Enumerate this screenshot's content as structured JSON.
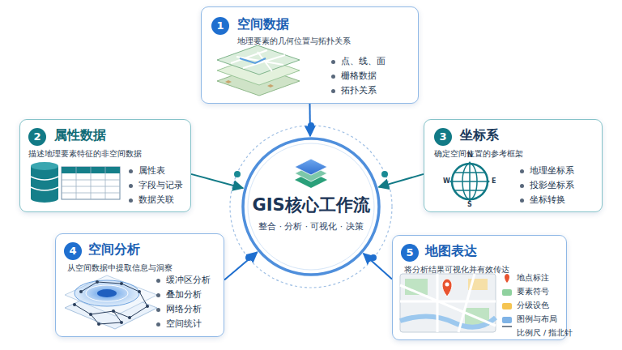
{
  "diagram": {
    "nodes": [
      {
        "text": [
          "1",
          "空间数据",
          "地理要素的几何位置与拓扑关系",
          "点、线、面",
          "栅格数据",
          "拓扑关系"
        ]
      },
      {
        "text": [
          "2",
          "属性数据",
          "描述地理要素特征的非空间数据",
          "属性表",
          "字段与记录",
          "数据关联"
        ]
      },
      {
        "text": [
          "GIS核心工作流",
          "整合 · 分析 · 可视化 · 决策"
        ]
      },
      {
        "text": [
          "3",
          "坐标系",
          "确定空间位置的参考框架",
          "地理坐标系",
          "投影坐标系",
          "坐标转换"
        ]
      },
      {
        "text": [
          "4",
          "空间分析",
          "从空间数据中提取信息与洞察",
          "缓冲区分析",
          "叠加分析",
          "网络分析",
          "空间统计"
        ]
      },
      {
        "text": [
          "5",
          "地图表达",
          "将分析结果可视化并有效传达"
        ]
      }
    ],
    "edges": [
      {
        "from": 0,
        "to": 2,
        "arrow": "to"
      },
      {
        "from": 1,
        "to": 2,
        "arrow": "to"
      },
      {
        "from": 3,
        "to": 2,
        "arrow": "to"
      },
      {
        "from": 4,
        "to": 2,
        "arrow": "to"
      },
      {
        "from": 5,
        "to": 2,
        "arrow": "to"
      }
    ],
    "labels": [
      "N",
      "E",
      "S",
      "W"
    ],
    "legend": [
      {
        "text": "地点标注"
      },
      {
        "text": "要素符号",
        "color": "#8fd19e"
      },
      {
        "text": "分级设色",
        "color": "#f5c451"
      },
      {
        "text": "图例与布局",
        "color": "#7fb3e6"
      },
      {
        "text": "比例尺 / 指北针"
      }
    ]
  }
}
